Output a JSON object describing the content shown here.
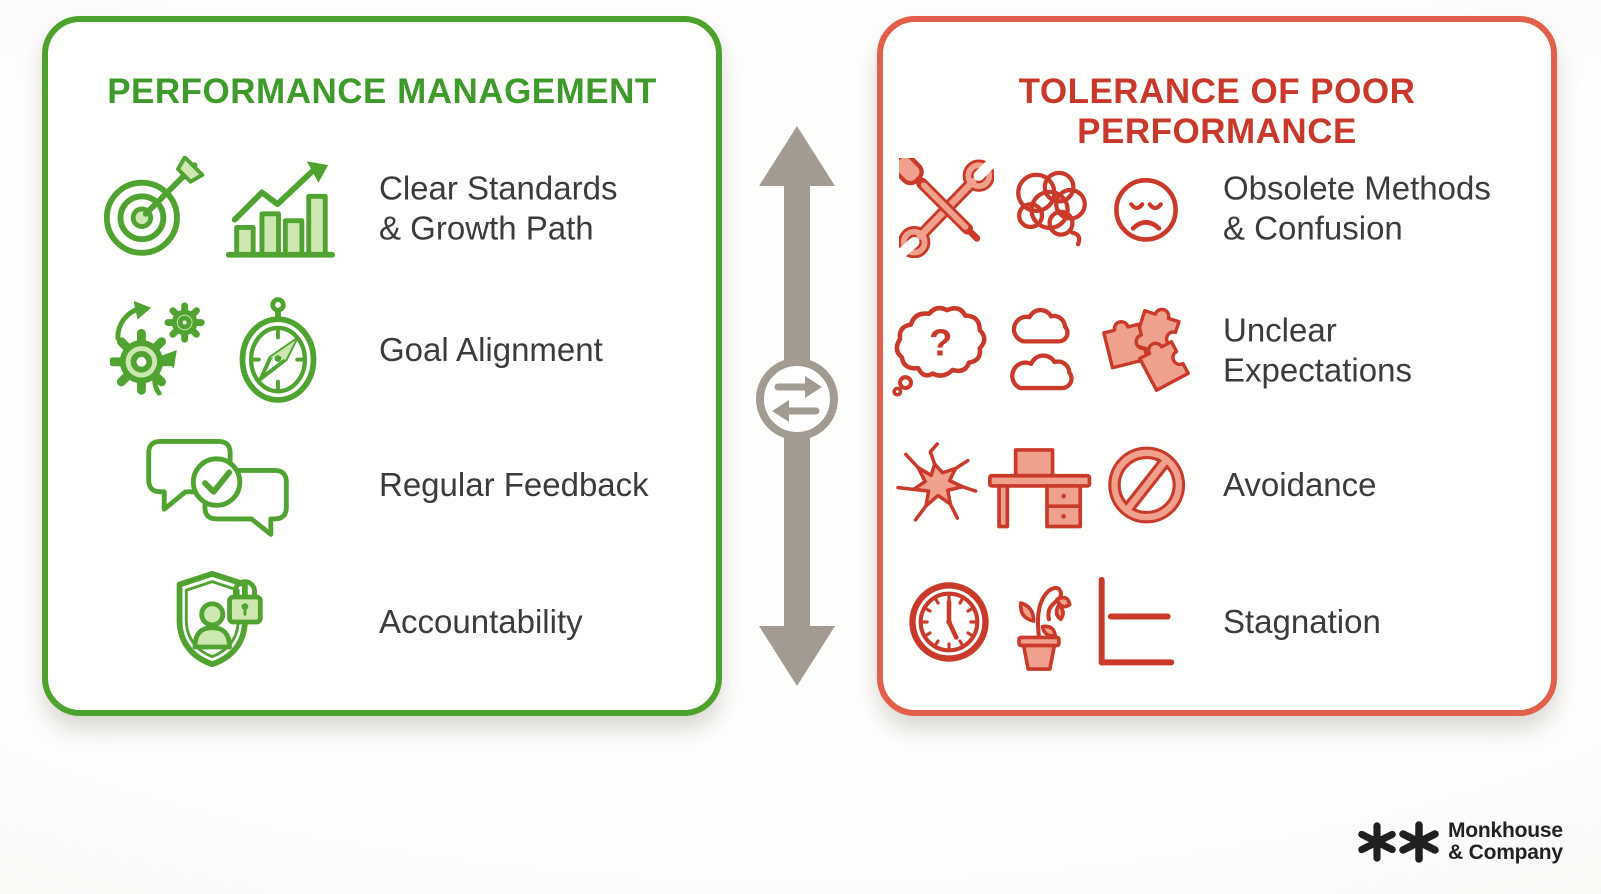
{
  "left_panel": {
    "title": "PERFORMANCE MANAGEMENT",
    "items": [
      {
        "label": "Clear Standards\n& Growth Path",
        "icons": [
          "target-arrow-icon",
          "growth-chart-icon"
        ]
      },
      {
        "label": "Goal Alignment",
        "icons": [
          "gears-sync-icon",
          "compass-icon"
        ]
      },
      {
        "label": "Regular Feedback",
        "icons": [
          "chat-check-icon"
        ]
      },
      {
        "label": "Accountability",
        "icons": [
          "shield-user-lock-icon"
        ]
      }
    ]
  },
  "right_panel": {
    "title": "TOLERANCE OF POOR PERFORMANCE",
    "items": [
      {
        "label": "Obsolete Methods\n& Confusion",
        "icons": [
          "crossed-tools-icon",
          "tangle-icon",
          "sad-face-icon"
        ]
      },
      {
        "label": "Unclear\nExpectations",
        "icon_glyph": "?",
        "icons": [
          "question-thought-bubble-icon",
          "clouds-icon",
          "puzzle-pieces-icon"
        ]
      },
      {
        "label": "Avoidance",
        "icons": [
          "crack-icon",
          "desk-icon",
          "no-entry-icon"
        ]
      },
      {
        "label": "Stagnation",
        "icons": [
          "clock-icon",
          "wilted-plant-icon",
          "flatline-chart-icon"
        ]
      }
    ]
  },
  "connector": {
    "icon": "exchange-arrows-icon"
  },
  "logo": {
    "line1": "Monkhouse",
    "line2": "& Company",
    "marks": "double-asterisk-logo"
  },
  "colors": {
    "green_border": "#4da22e",
    "green_title": "#3e9b2b",
    "green_stroke": "#50a331",
    "green_fill": "#cde7b0",
    "red_border": "#e2604b",
    "red_title": "#c8392c",
    "red_stroke": "#c93a2b",
    "red_fill": "#f0a18d",
    "text": "#3b3b3b",
    "arrow": "#a29b92",
    "logo": "#211f22"
  }
}
